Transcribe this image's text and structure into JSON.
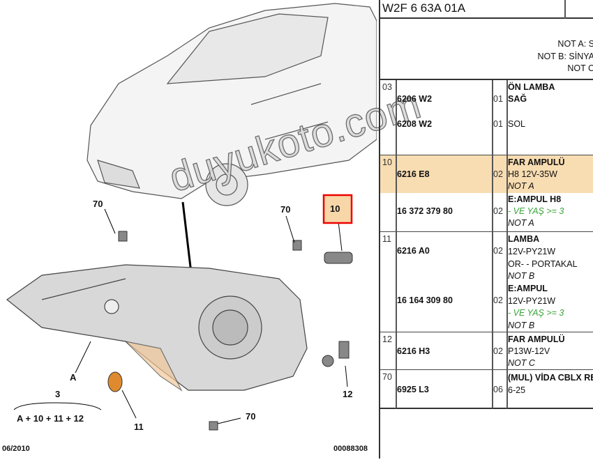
{
  "diagram": {
    "callouts": [
      "70",
      "70",
      "10",
      "A",
      "3",
      "A + 10 + 11 + 12",
      "11",
      "70",
      "12"
    ],
    "date": "06/2010",
    "ref": "00088308",
    "watermark": "duyukoto.com"
  },
  "table": {
    "header": "W2F 6 63A 01A",
    "notes": [
      "NOT A: S",
      "NOT B: SİNYA",
      "NOT C"
    ],
    "rows": [
      {
        "ref": "03",
        "parts": [
          {
            "pn": "6206 W2",
            "qty": "01"
          },
          {
            "pn": "6208 W2",
            "qty": "01"
          }
        ],
        "lines": [
          "ÖN LAMBA",
          "SAĞ",
          "SOL"
        ]
      },
      {
        "ref": "10",
        "highlight": true,
        "pn": "6216 E8",
        "qty": "02",
        "lines": [
          "FAR AMPULÜ",
          "H8 12V-35W",
          "NOT A"
        ]
      },
      {
        "pn": "16 372 379 80",
        "qty": "02",
        "lines": [
          "E:AMPUL H8",
          "- VE YAŞ >= 3",
          "NOT A"
        ]
      },
      {
        "ref": "11",
        "parts": [
          {
            "pn": "6216 A0",
            "qty": "02"
          },
          {
            "pn": "16 164 309 80",
            "qty": "02"
          }
        ],
        "lines": [
          "LAMBA",
          "12V-PY21W",
          "OR- - PORTAKAL",
          "NOT B",
          "E:AMPUL",
          "12V-PY21W",
          "- VE YAŞ >= 3",
          "NOT B"
        ]
      },
      {
        "ref": "12",
        "pn": "6216 H3",
        "qty": "02",
        "lines": [
          "FAR AMPULÜ",
          "P13W-12V",
          "NOT C"
        ]
      },
      {
        "ref": "70",
        "pn": "6925 L3",
        "qty": "06",
        "lines": [
          "(MUL) VİDA CBLX RE",
          "6-25"
        ]
      }
    ]
  }
}
